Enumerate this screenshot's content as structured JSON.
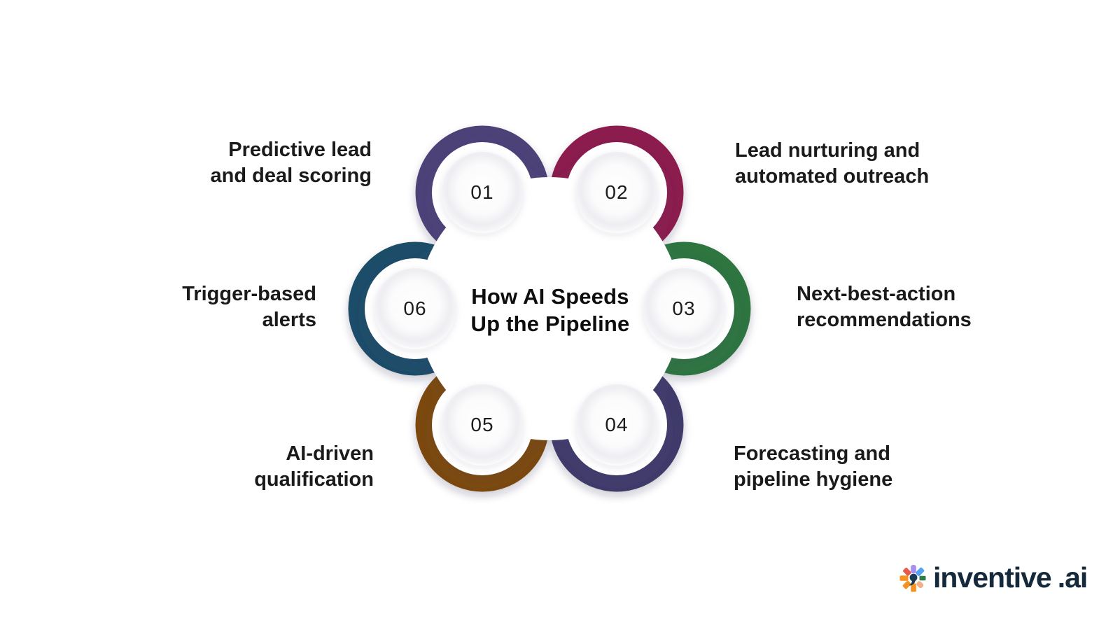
{
  "background": "#ffffff",
  "title": {
    "text": "How AI Speeds\nUp the Pipeline"
  },
  "nodes": [
    {
      "number": "01",
      "color": "#4e4378",
      "label": "Predictive lead\nand deal scoring"
    },
    {
      "number": "02",
      "color": "#8c1e4e",
      "label": "Lead nurturing and\nautomated outreach"
    },
    {
      "number": "03",
      "color": "#2f7440",
      "label": "Next-best-action\nrecommendations"
    },
    {
      "number": "04",
      "color": "#3f3b6b",
      "label": "Forecasting and\npipeline hygiene"
    },
    {
      "number": "05",
      "color": "#7c480f",
      "label": "AI-driven\nqualification"
    },
    {
      "number": "06",
      "color": "#1d4d68",
      "label": "Trigger-based\nalerts"
    }
  ],
  "logo": {
    "wordmark": "inventive",
    "suffix": ".ai",
    "text_color": "#15293c",
    "icon": {
      "center_color": "#1d3b50",
      "petal_colors": [
        "#a78ef0",
        "#54a3f3",
        "#2e7b49",
        "#f5ad85",
        "#f6921f",
        "#f6921f",
        "#f6921f",
        "#e9594a"
      ]
    }
  }
}
